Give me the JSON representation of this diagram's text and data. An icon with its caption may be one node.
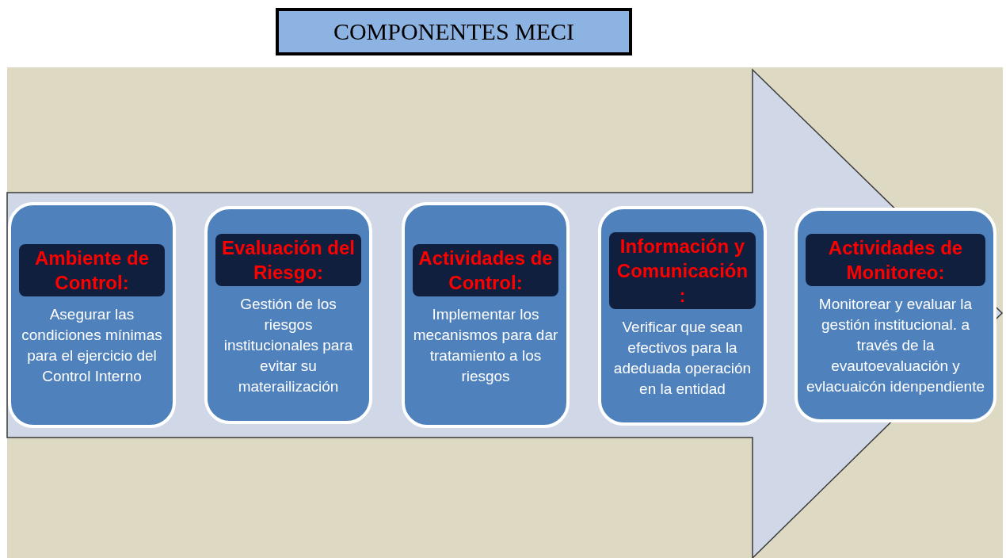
{
  "diagram": {
    "title": "COMPONENTES MECI",
    "nodes": [
      {
        "text": [
          "Ambiente de Control:",
          "Asegurar las condiciones mínimas para el ejercicio del Control Interno"
        ]
      },
      {
        "text": [
          "Evaluación del Riesgo:",
          "Gestión de los riesgos institucionales para evitar su materailización"
        ]
      },
      {
        "text": [
          "Actividades de Control:",
          "Implementar los mecanismos para dar tratamiento a los riesgos"
        ]
      },
      {
        "text": [
          "Información y Comunicación :",
          "Verificar que sean efectivos para la adeduada operación en la entidad"
        ]
      },
      {
        "text": [
          "Actividades de Monitoreo:",
          "Monitorear y evaluar la gestión institucional. a través de la evautoevaluación y evlacuaicón idenpendiente"
        ]
      }
    ],
    "edges": [
      {
        "from": 0,
        "to": 4,
        "arrow": "to"
      }
    ]
  }
}
